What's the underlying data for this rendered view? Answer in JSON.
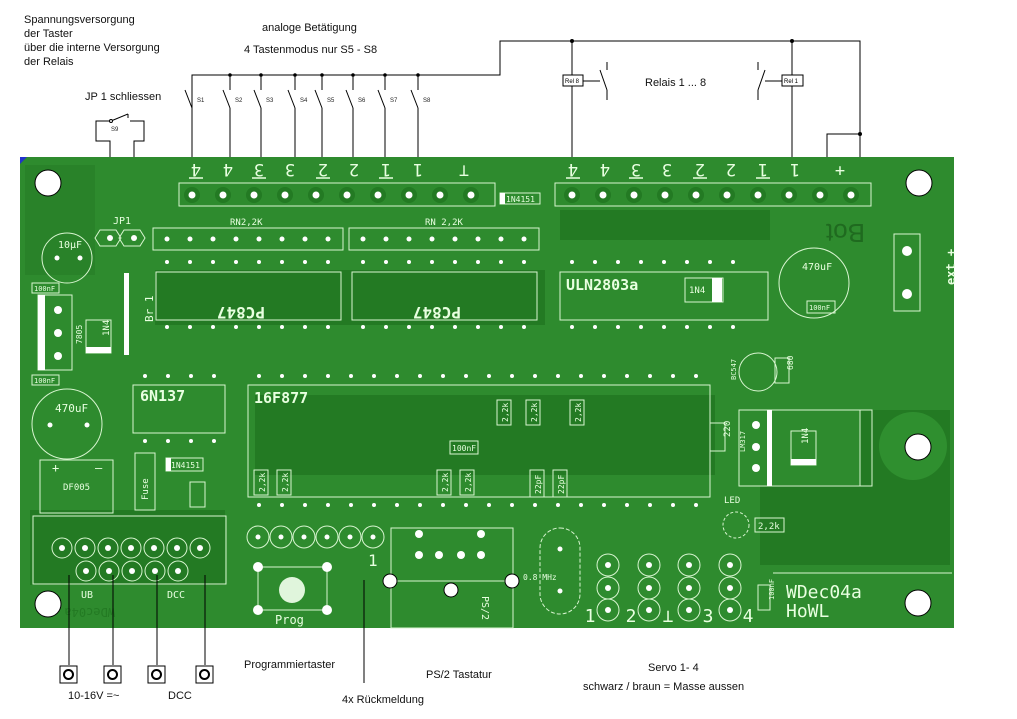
{
  "annotations": {
    "power_note": [
      "Spannungsversorgung",
      "der Taster",
      "über die interne Versorgung",
      "der Relais"
    ],
    "analog": "analoge Betätigung",
    "mode4": "4 Tastenmodus nur S5 - S8",
    "jp1": "JP 1 schliessen",
    "relais": "Relais 1 ... 8",
    "prog_button": "Programmiertaster",
    "feedback": "4x Rückmeldung",
    "ps2": "PS/2 Tastatur",
    "servo_title": "Servo 1- 4",
    "servo_note": "schwarz / braun = Masse aussen",
    "supply": "10-16V =~",
    "dcc": "DCC"
  },
  "switches": [
    "S1",
    "S2",
    "S3",
    "S4",
    "S5",
    "S6",
    "S7",
    "S8"
  ],
  "s9": "S9",
  "relays": {
    "left": "Rel 8",
    "right": "Rel 1"
  },
  "pcb": {
    "colors": {
      "board": "#2e8b2e",
      "copper": "#237a23",
      "silk": "#e8ffe0"
    },
    "left_terminal_labels": [
      "4",
      "4",
      "3",
      "3",
      "2",
      "2",
      "1",
      "1",
      "⊥"
    ],
    "right_terminal_labels": [
      "4",
      "4",
      "3",
      "3",
      "2",
      "2",
      "1",
      "1",
      "+"
    ],
    "components": {
      "jp1": "JP1",
      "rn_left": "RN2,2K",
      "rn_right": "RN 2,2K",
      "diode_top": "1N4151",
      "cap_10u": "10µF",
      "cap_100n_a": "100nF",
      "cap_100n_b": "100nF",
      "reg": "7805",
      "diode_1n4": "1N4",
      "bridge": "Br 1",
      "opto_a": "PC847",
      "opto_b": "PC847",
      "driver": "ULN2803a",
      "diode_uln": "1N4",
      "cap_470u_right": "470uF",
      "cap_100n_right": "100nF",
      "ext": "ext +",
      "bot": "Bot",
      "cap_470u_left": "470uF",
      "rectifier": "DF005",
      "opto_c": "6N137",
      "mcu": "16F877",
      "fuse": "Fuse",
      "diode_mid": "1N4151",
      "res_21": "2,2k",
      "transistor": "BC547",
      "res_680": "680",
      "res_220": "220",
      "reg2": "LM317",
      "diode_right": "1N4",
      "led": "LED",
      "res_led": "2,2k",
      "cap_100n_mcu": "100nF",
      "res_22k": [
        "2,2k",
        "2,2k",
        "2,2k",
        "2,2k",
        "2,2k",
        "2,2k",
        "2,2k"
      ],
      "cap_22p": [
        "22pF",
        "22pF"
      ],
      "crystal": "0.8 MHz",
      "ps2_label": "PS/2",
      "prog": "Prog",
      "ub": "UB",
      "dcc": "DCC",
      "pin1": "1",
      "servo_labels": [
        "1",
        "2",
        "⊥",
        "3",
        "4"
      ],
      "cap_100n_servo": "100nF",
      "brand1": "WDec04a",
      "brand2": "HoWL",
      "mirror": "WDec04a"
    }
  }
}
